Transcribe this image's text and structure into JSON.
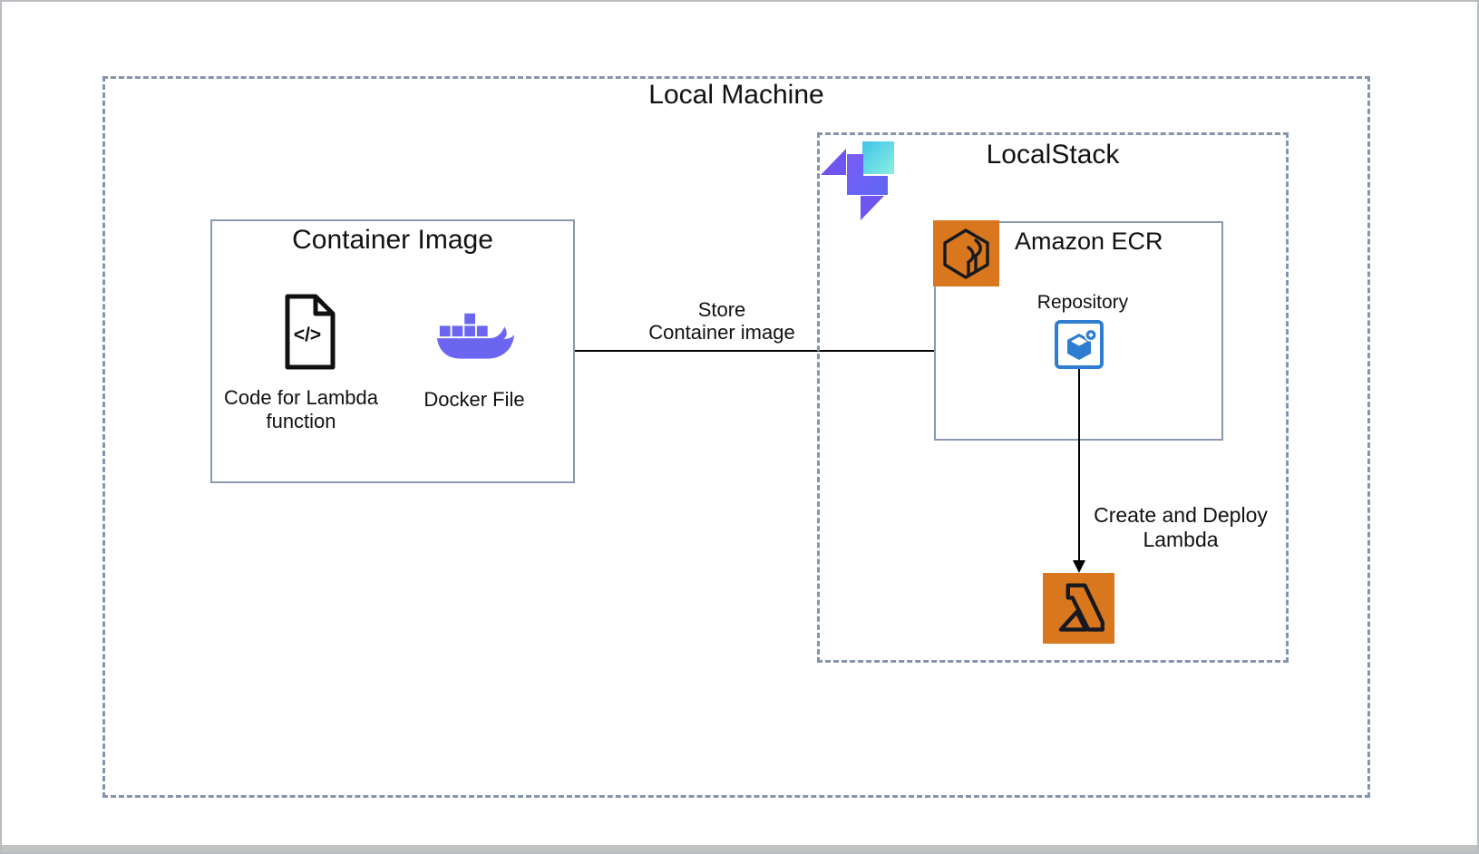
{
  "colors": {
    "window_border_gray": "#B9BCC0",
    "scrollbar_gray": "#C2C2C2",
    "border_slate": "#8494AB",
    "box_border": "#8A99AF",
    "arrow_black": "#000000",
    "aws_orange": "#D9771E",
    "icon_outline": "#16191F",
    "docker_purple": "#6B65F2",
    "repo_blue": "#2E7DD1",
    "localstack_cyan_start": "#3FC4EA",
    "localstack_cyan_end": "#8BEFE0",
    "localstack_purple_start": "#7A5CF5",
    "localstack_purple_end": "#5E68F2",
    "localstack_triangle": "#6F54EF"
  },
  "local_machine": {
    "title": "Local Machine"
  },
  "container_image": {
    "title": "Container Image",
    "code_file": {
      "icon": "code-file-icon",
      "glyph": "</>",
      "label_line1": "Code for Lambda",
      "label_line2": "function"
    },
    "docker": {
      "icon": "docker-icon",
      "label": "Docker File"
    }
  },
  "store_arrow": {
    "label_line1": "Store",
    "label_line2": "Container image"
  },
  "localstack": {
    "title": "LocalStack",
    "logo_icon": "localstack-logo",
    "ecr": {
      "title": "Amazon ECR",
      "icon": "amazon-ecr-icon",
      "repository": {
        "label": "Repository",
        "icon": "ecr-repository-icon"
      }
    },
    "deploy_arrow": {
      "label_line1": "Create and Deploy",
      "label_line2": "Lambda"
    },
    "lambda": {
      "icon": "aws-lambda-icon"
    }
  }
}
